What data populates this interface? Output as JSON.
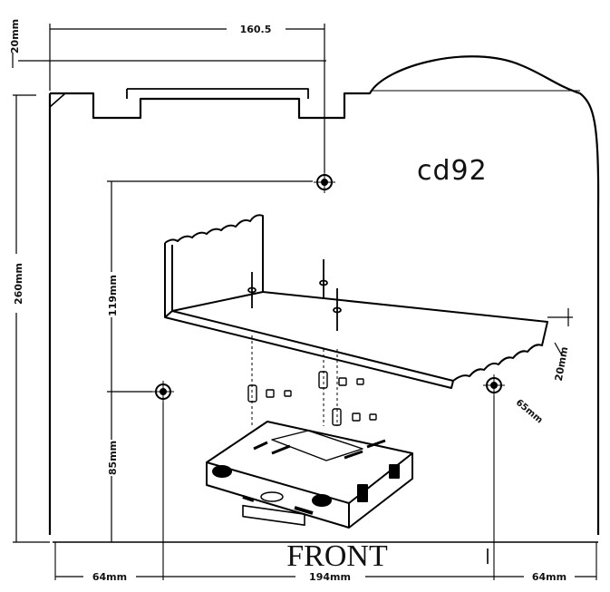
{
  "model_label": "cd92",
  "front_label": "FRONT",
  "dimensions": {
    "top_width": "160.5",
    "top_offset": "20mm",
    "total_height": "260mm",
    "upper_hole_to_lower": "119mm",
    "lower_hole_to_front": "85mm",
    "bracket_lip": "20mm",
    "right_hole_offset": "65mm",
    "left_margin": "64mm",
    "hole_spacing": "194mm",
    "right_margin": "64mm"
  }
}
